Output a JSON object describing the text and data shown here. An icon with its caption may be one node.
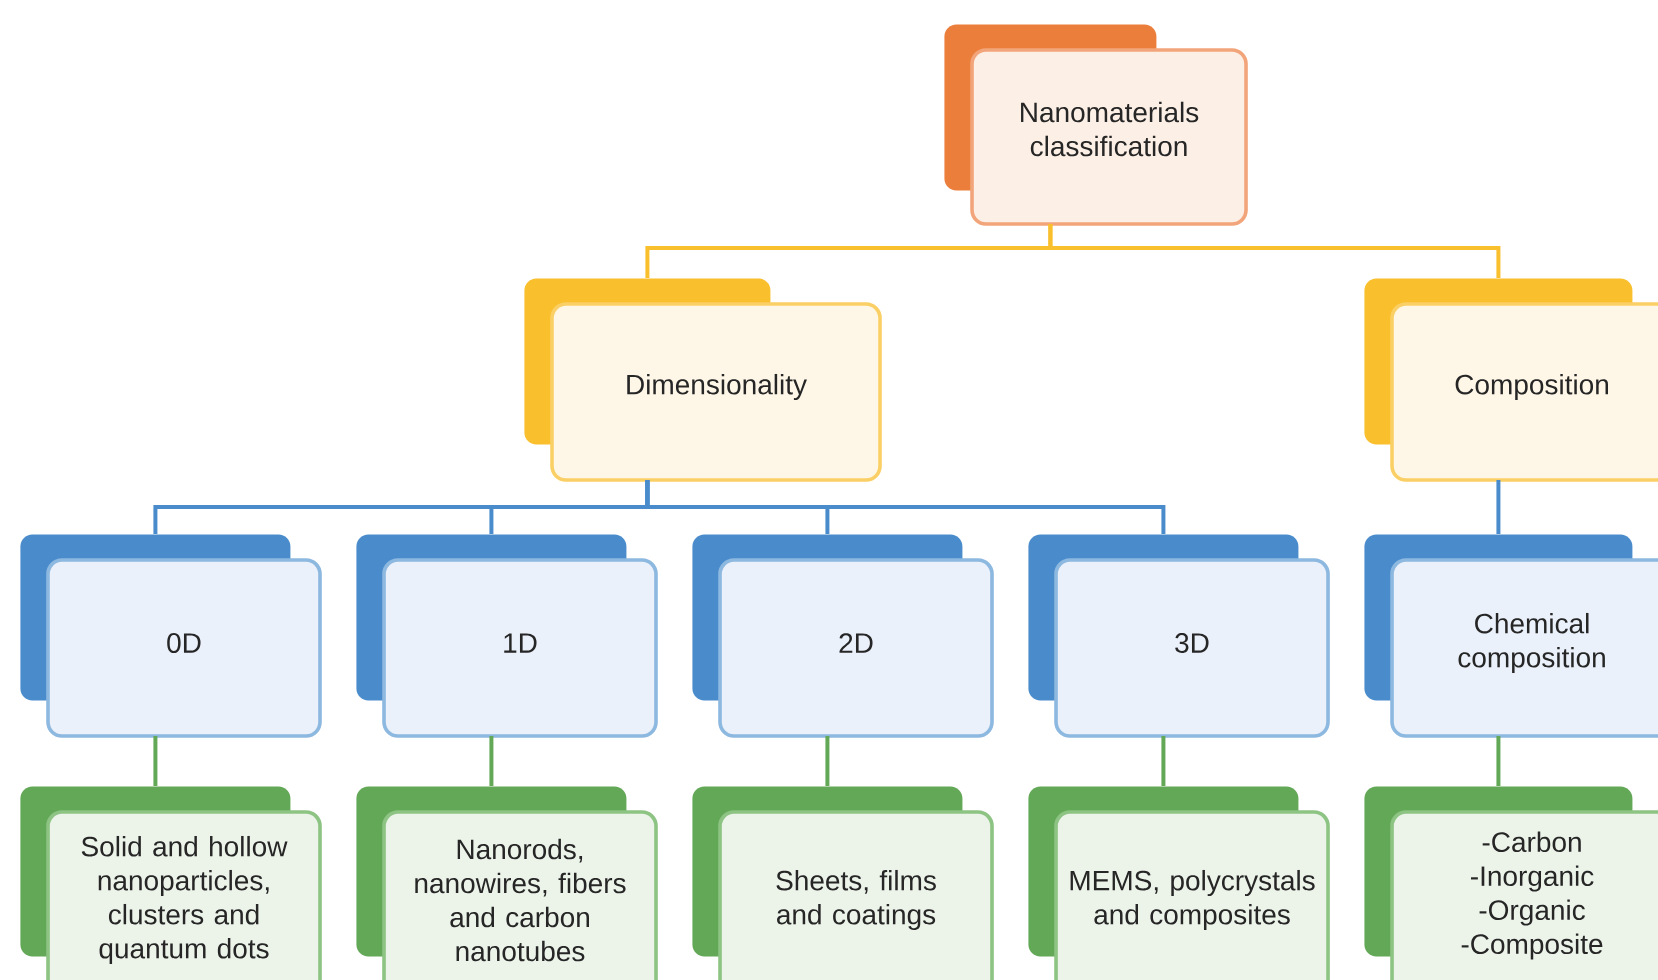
{
  "diagram": {
    "nodes": [
      {
        "text": [
          "Nanomaterials classification"
        ]
      },
      {
        "text": [
          "Dimensionality"
        ]
      },
      {
        "text": [
          "Composition"
        ]
      },
      {
        "text": [
          "0D"
        ]
      },
      {
        "text": [
          "1D"
        ]
      },
      {
        "text": [
          "2D"
        ]
      },
      {
        "text": [
          "3D"
        ]
      },
      {
        "text": [
          "Chemical composition"
        ]
      },
      {
        "text": [
          "Solid  and hollow nanoparticles, clusters and quantum dots"
        ]
      },
      {
        "text": [
          "Nanorods, nanowires, fibers and carbon nanotubes"
        ]
      },
      {
        "text": [
          "Sheets, films and coatings"
        ]
      },
      {
        "text": [
          "MEMS, polycrystals and composites"
        ]
      },
      {
        "text": [
          "-Carbon",
          "-Inorganic",
          "-Organic",
          "-Composite"
        ]
      }
    ],
    "edges": [
      {
        "from": 0,
        "to": 1,
        "arrow": "none",
        "color": "#f9bf2c"
      },
      {
        "from": 0,
        "to": 2,
        "arrow": "none",
        "color": "#f9bf2c"
      },
      {
        "from": 1,
        "to": 3,
        "arrow": "none",
        "color": "#4a8ccb"
      },
      {
        "from": 1,
        "to": 4,
        "arrow": "none",
        "color": "#4a8ccb"
      },
      {
        "from": 1,
        "to": 5,
        "arrow": "none",
        "color": "#4a8ccb"
      },
      {
        "from": 1,
        "to": 6,
        "arrow": "none",
        "color": "#4a8ccb"
      },
      {
        "from": 2,
        "to": 7,
        "arrow": "none",
        "color": "#4a8ccb"
      },
      {
        "from": 3,
        "to": 8,
        "arrow": "none",
        "color": "#62a856"
      },
      {
        "from": 4,
        "to": 9,
        "arrow": "none",
        "color": "#62a856"
      },
      {
        "from": 5,
        "to": 10,
        "arrow": "none",
        "color": "#62a856"
      },
      {
        "from": 6,
        "to": 11,
        "arrow": "none",
        "color": "#62a856"
      },
      {
        "from": 7,
        "to": 12,
        "arrow": "none",
        "color": "#62a856"
      }
    ]
  }
}
